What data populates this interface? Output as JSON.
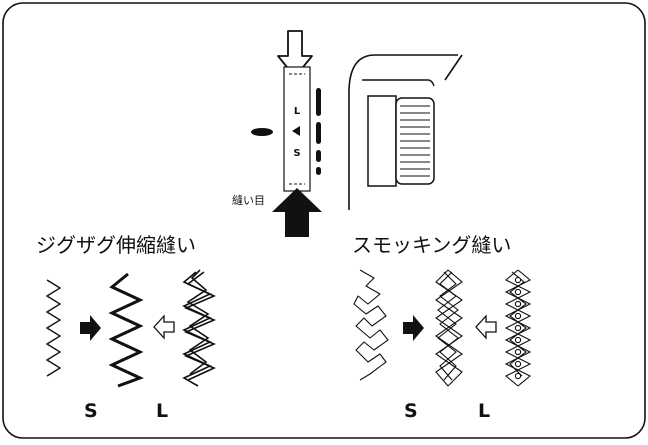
{
  "dial": {
    "label_long": "L",
    "label_short": "S",
    "caption": "縫い目"
  },
  "sections": [
    {
      "title": "ジグザグ伸縮縫い",
      "left_label": "S",
      "right_label": "L"
    },
    {
      "title": "スモッキング縫い",
      "left_label": "S",
      "right_label": "L"
    }
  ],
  "colors": {
    "ink": "#111111",
    "background": "#ffffff"
  }
}
